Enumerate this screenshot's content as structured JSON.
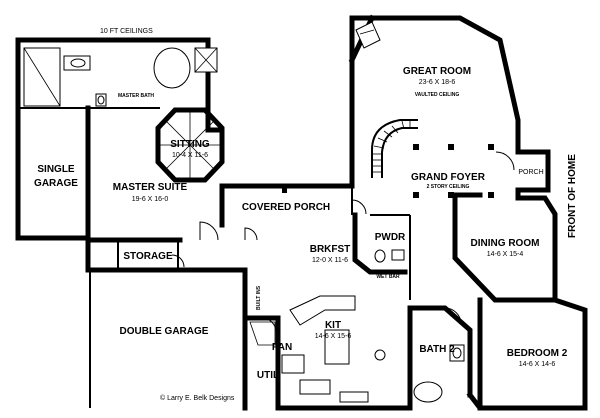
{
  "plan": {
    "ceiling_note": "10 FT CEILINGS",
    "copyright": "© Larry E. Belk Designs",
    "front_label": "FRONT OF HOME",
    "built_ins": "BUILT INS",
    "wet_bar": "WET BAR"
  },
  "rooms": {
    "master_bath": {
      "name": "MASTER BATH"
    },
    "sitting": {
      "name": "SITTING",
      "dims": "10-4 X 11-6"
    },
    "single_garage": {
      "line1": "SINGLE",
      "line2": "GARAGE"
    },
    "master_suite": {
      "name": "MASTER SUITE",
      "dims": "19-6 X 16-0"
    },
    "covered_porch": {
      "name": "COVERED PORCH"
    },
    "storage": {
      "name": "STORAGE"
    },
    "great_room": {
      "name": "GREAT ROOM",
      "dims": "23-6 X 18-6",
      "note": "VAULTED CEILING"
    },
    "grand_foyer": {
      "name": "GRAND FOYER",
      "note": "2 STORY CEILING"
    },
    "porch": {
      "name": "PORCH"
    },
    "brkfst": {
      "name": "BRKFST",
      "dims": "12-0 X 11-6"
    },
    "pwdr": {
      "name": "PWDR"
    },
    "dining_room": {
      "name": "DINING ROOM",
      "dims": "14-6 X 15-4"
    },
    "double_garage": {
      "name": "DOUBLE GARAGE"
    },
    "kit": {
      "name": "KIT",
      "dims": "14-6 X 15-6"
    },
    "pan": {
      "name": "PAN"
    },
    "util": {
      "name": "UTIL"
    },
    "bath2": {
      "name": "BATH 2"
    },
    "bedroom2": {
      "name": "BEDROOM 2",
      "dims": "14-6 X 14-6"
    }
  }
}
